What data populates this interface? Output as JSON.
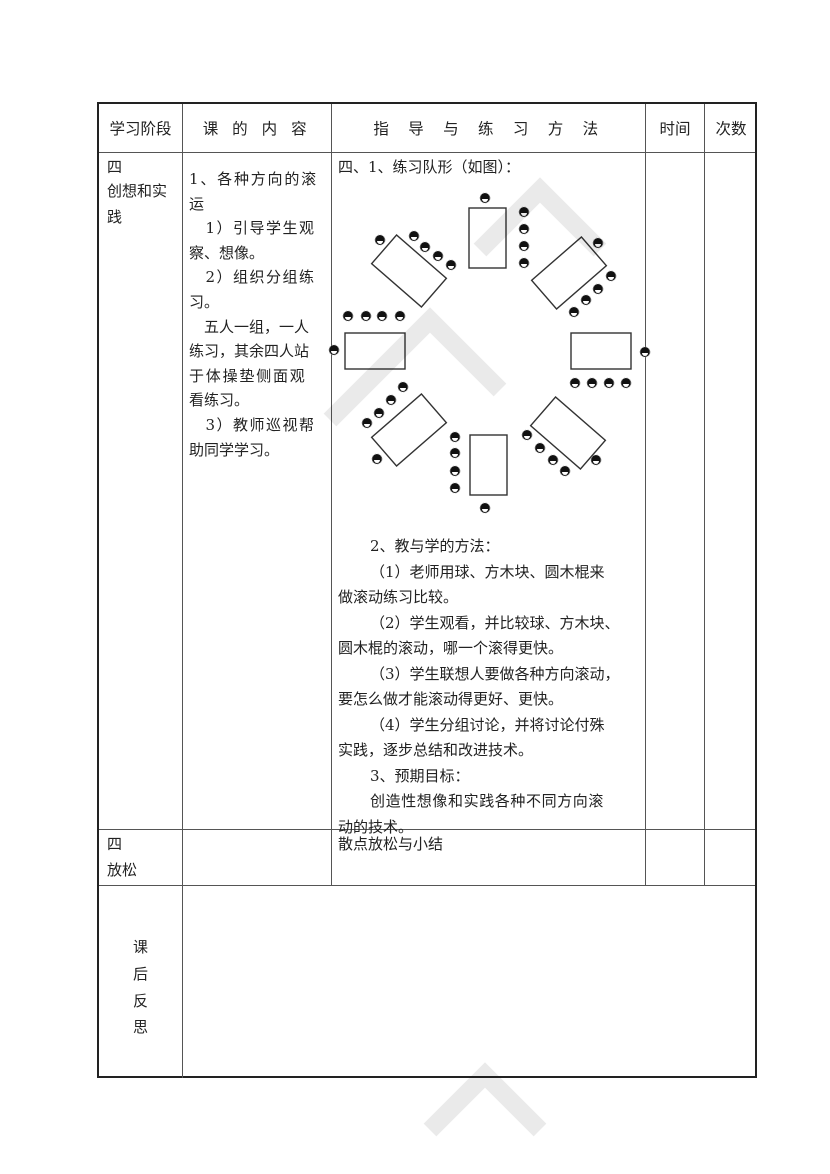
{
  "table": {
    "headers": {
      "stage": "学习阶段",
      "content": "课的内容",
      "method": "指导与练习方法",
      "time": "时间",
      "count": "次数"
    },
    "rows": [
      {
        "stage_line1": "四",
        "stage_line2": "创想和实",
        "stage_line3": "践",
        "content_lines": [
          "1、各种方向的滚",
          "运",
          "　1）引导学生观",
          "察、想像。",
          "　2）组织分组练",
          "习。",
          "　五人一组，一人",
          "练习，其余四人站",
          "于体操垫侧面观",
          "看练习。",
          "　3）教师巡视帮",
          "助同学学习。"
        ],
        "method": {
          "formation_title": "四、1、练习队形（如图）：",
          "teach_title": "2、教与学的方法：",
          "teach_lines": [
            "（1）老师用球、方木块、圆木棍来",
            "做滚动练习比较。",
            "（2）学生观看，并比较球、方木块、",
            "圆木棍的滚动，哪一个滚得更快。",
            "（3）学生联想人要做各种方向滚动，",
            "要怎么做才能滚动得更好、更快。",
            "（4）学生分组讨论，并将讨论付殊",
            "实践，逐步总结和改进技术。"
          ],
          "goal_title": "3、预期目标：",
          "goal_lines": [
            "创造性想像和实践各种不同方向滚",
            "动的技术。"
          ]
        },
        "time": "",
        "count": ""
      },
      {
        "stage_line1": "四",
        "stage_line2": "放松",
        "content": "",
        "method": "散点放松与小结",
        "time": "",
        "count": ""
      }
    ],
    "reflection": {
      "label_chars": [
        "课",
        "后",
        "反",
        "思"
      ],
      "content": ""
    }
  },
  "diagram": {
    "title": "练习队形",
    "groups": 8,
    "people_per_group": 5,
    "line_color": "#333333",
    "person_color": "#111111"
  }
}
